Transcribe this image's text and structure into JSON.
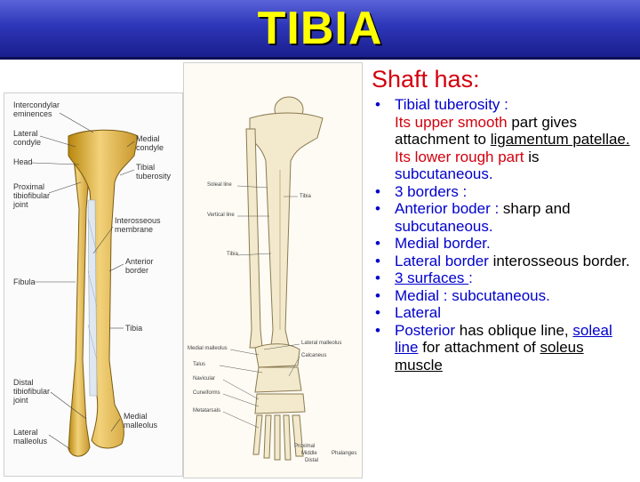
{
  "title": "TIBIA",
  "heading": "Shaft has:",
  "fig1_labels": {
    "intercondylar": "Intercondylar eminences",
    "lateral_condyle": "Lateral condyle",
    "head": "Head",
    "prox_joint": "Proximal tibiofibular joint",
    "medial_condyle": "Medial condyle",
    "tibial_tuberosity": "Tibial tuberosity",
    "interosseous": "Interosseous membrane",
    "anterior_border": "Anterior border",
    "fibula": "Fibula",
    "tibia": "Tibia",
    "distal_joint": "Distal tibiofibular joint",
    "medial_malleolus": "Medial malleolus",
    "lateral_malleolus": "Lateral malleolus"
  },
  "fig2_labels": {
    "soleal_line": "Soleal line",
    "tibia": "Tibia",
    "vertical_line": "Vertical line",
    "tibia_center": "Tibia",
    "lateral_malleolus": "Lateral malleolus",
    "medial_malleolus": "Medial malleolus",
    "calcaneus": "Calcaneus",
    "talus": "Talus",
    "navicular": "Navicular",
    "cuneiforms": "Cuneiforms",
    "metatarsals": "Metatarsals",
    "proximal": "Proximal",
    "middle": "Middle",
    "distal": "Distal",
    "phalanges": "Phalanges"
  },
  "points": {
    "p1_label": "Tibial tuberosity :",
    "p1_l1a": "Its upper smooth",
    "p1_l1b": " part gives attachment to ",
    "p1_l1c": "ligamentum patellae.",
    "p1_l2a": "Its lower rough part",
    "p1_l2b": " is ",
    "p1_l2c": "subcutaneous.",
    "p2": "3 borders :",
    "p3a": "Anterior boder :",
    "p3b": " sharp and ",
    "p3c": "subcutaneous.",
    "p4": "Medial border.",
    "p5a": "Lateral border",
    "p5b": " interosseous border.",
    "p6": " 3 surfaces ",
    "p6b": ":",
    "p7a": "Medial : ",
    "p7b": "subcutaneous.",
    "p8": "Lateral",
    "p9a": "Posterior",
    "p9b": " has oblique line, ",
    "p9c": "soleal line",
    "p9d": " for attachment of ",
    "p9e": "soleus muscle"
  }
}
